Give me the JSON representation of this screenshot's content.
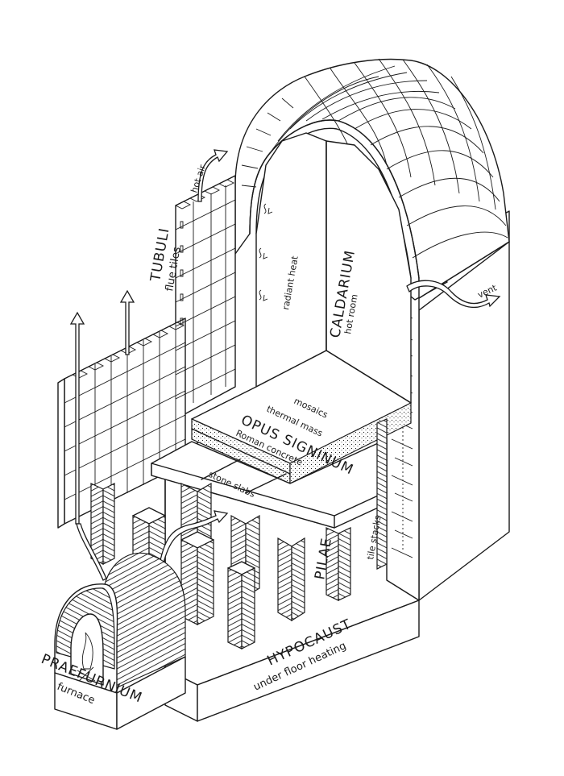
{
  "diagram": {
    "title": "Roman bath heating system (hypocaust) — isometric cutaway",
    "labels": {
      "tubuli": "TUBULI",
      "tubuli_sub": "flue tiles",
      "hot_air": "hot air",
      "radiant_heat": "radiant heat",
      "caldarium": "CALDARIUM",
      "caldarium_sub": "hot room",
      "vent": "vent",
      "mosaics": "mosaics",
      "thermal_mass": "thermal mass",
      "opus_signinum": "OPUS SIGNINUM",
      "opus_signinum_sub": "Roman concrete",
      "stone_slabs": "stone slabs",
      "pilae": "PILAE",
      "tile_stacks": "tile stacks",
      "hypocaust": "HYPOCAUST",
      "hypocaust_sub": "under floor heating",
      "praefurnium": "PRAEFURNIUM",
      "praefurnium_sub": "furnace"
    },
    "components": [
      {
        "id": "praefurnium",
        "name": "PRAEFURNIUM",
        "description": "furnace"
      },
      {
        "id": "hypocaust",
        "name": "HYPOCAUST",
        "description": "under floor heating"
      },
      {
        "id": "pilae",
        "name": "PILAE",
        "description": "tile stacks"
      },
      {
        "id": "stone-slabs",
        "name": "stone slabs",
        "description": ""
      },
      {
        "id": "opus-signinum",
        "name": "OPUS SIGNINUM",
        "description": "Roman concrete"
      },
      {
        "id": "thermal-mass",
        "name": "thermal mass",
        "description": ""
      },
      {
        "id": "mosaics",
        "name": "mosaics",
        "description": ""
      },
      {
        "id": "tubuli",
        "name": "TUBULI",
        "description": "flue tiles"
      },
      {
        "id": "caldarium",
        "name": "CALDARIUM",
        "description": "hot room"
      },
      {
        "id": "vent",
        "name": "vent",
        "description": ""
      }
    ],
    "colors": {
      "ink": "#1a1a1a",
      "paper": "#ffffff"
    }
  }
}
